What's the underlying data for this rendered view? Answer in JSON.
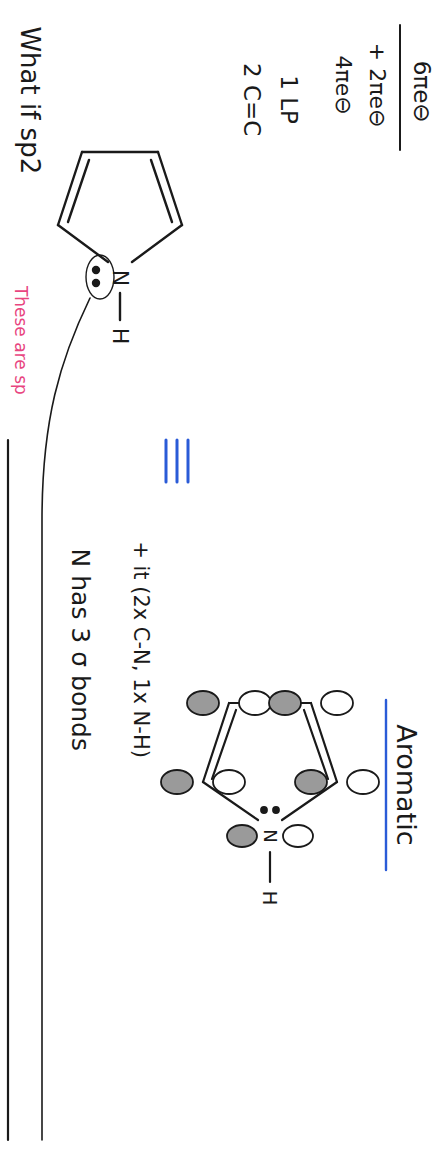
{
  "diagram": {
    "labels": [
      "What if sp2",
      "These are sp",
      "N",
      "H",
      "N has 3 σ bonds",
      "+ it (2x C-N, 1x N-H)",
      "2 C=C",
      "1 LP",
      "4πe⊖",
      "+ 2πe⊖",
      "6πe⊖",
      "N",
      "H",
      "Aromatic"
    ]
  }
}
